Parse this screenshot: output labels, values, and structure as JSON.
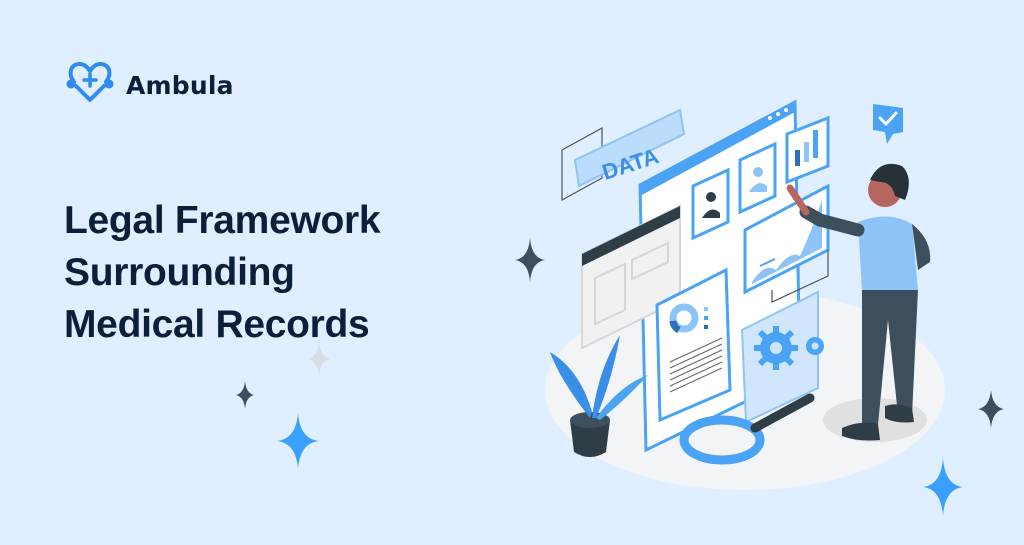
{
  "brand": {
    "name": "Ambula",
    "logo_icon": "heart-plus-stethoscope-icon",
    "accent_color": "#2e8bf0"
  },
  "hero": {
    "title_lines": [
      "Legal Framework",
      "Surrounding",
      "Medical Records"
    ],
    "text_color": "#0b1f3a",
    "background_color": "#e0efff"
  },
  "illustration": {
    "description": "Person interacting with data dashboard panels",
    "data_label": "DATA",
    "elements": [
      "data-tag",
      "browser-window",
      "user-profile-cards",
      "bar-chart-card",
      "line-chart-card",
      "document-with-donut-chart",
      "gear-settings-card",
      "magnifying-glass",
      "potted-plant",
      "person-pointing",
      "checkmark-chat-bubble"
    ]
  },
  "decorations": {
    "sparkles": [
      "sparkle-dark-left",
      "sparkle-gray-left",
      "sparkle-dark-small-left",
      "sparkle-blue-left",
      "sparkle-dark-right",
      "sparkle-blue-right"
    ]
  }
}
